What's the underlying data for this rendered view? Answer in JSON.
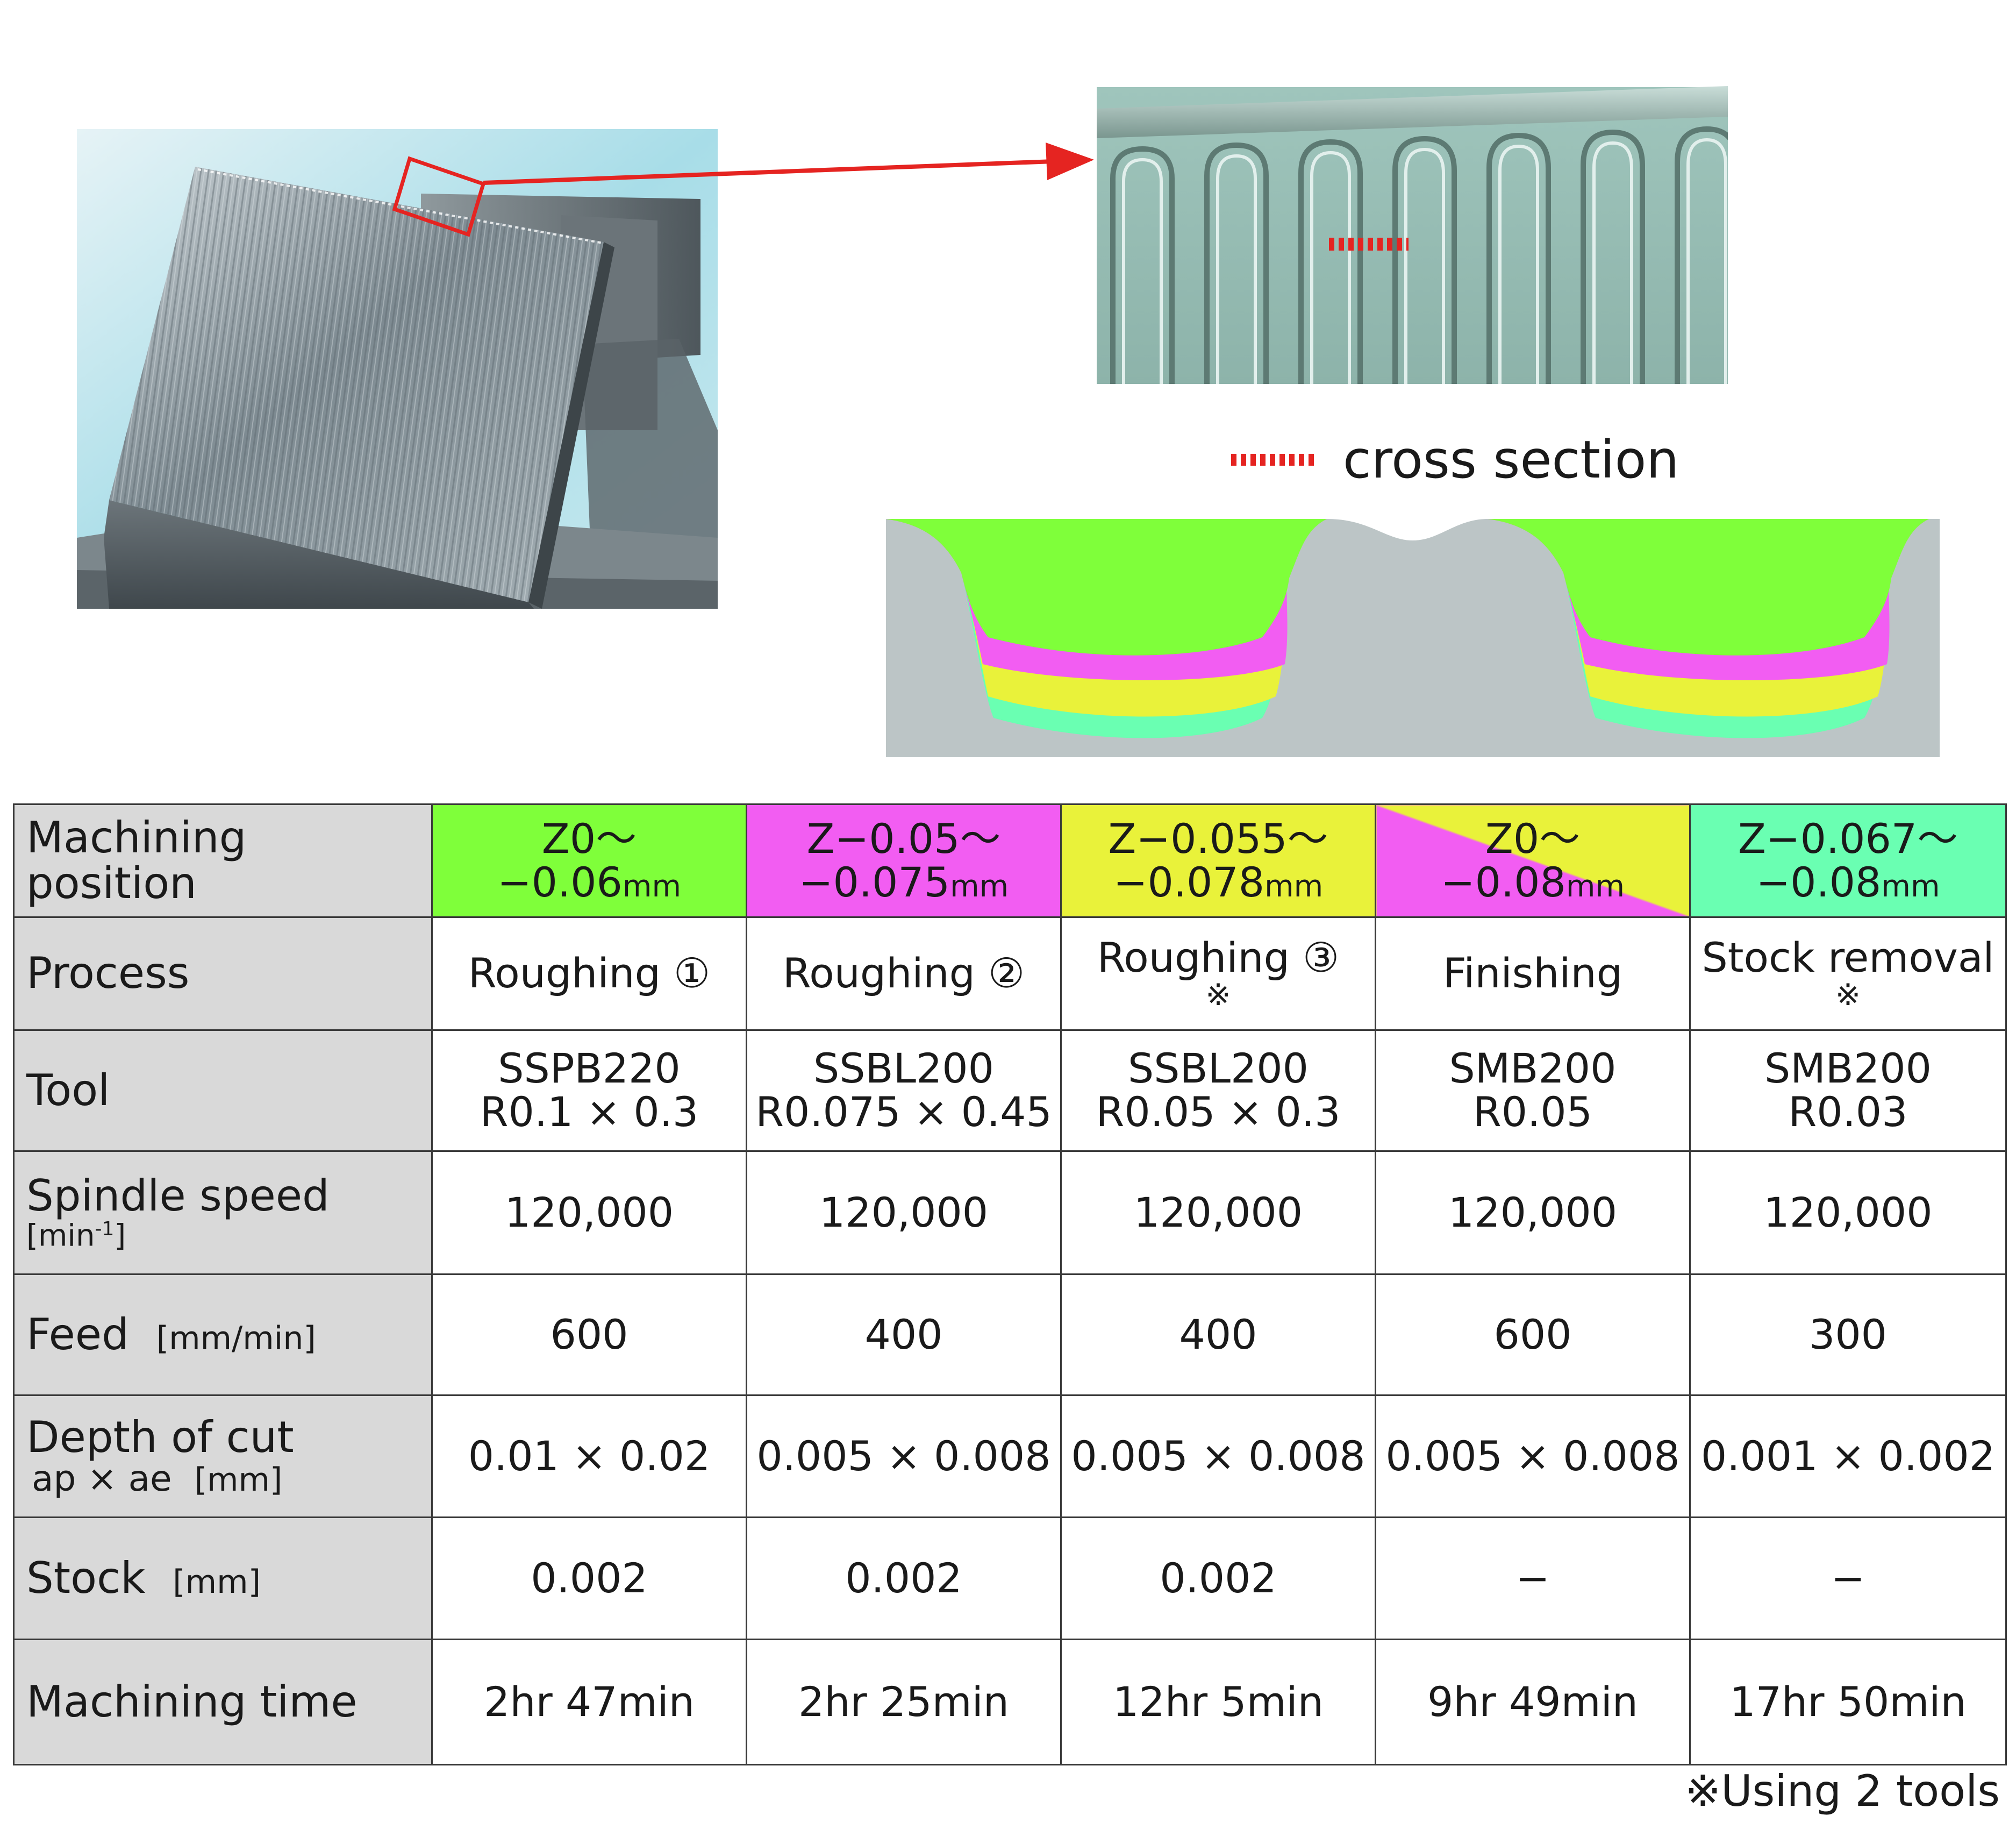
{
  "legend": {
    "label": "cross section"
  },
  "table": {
    "rows": [
      {
        "label": "Machining position",
        "label_line1": "Machining",
        "label_line2": "position",
        "cells": [
          {
            "line1": "Z0～",
            "line2": "−0.06",
            "unit": "mm",
            "color": "#7fff3a"
          },
          {
            "line1": "Z−0.05～",
            "line2": "−0.075",
            "unit": "mm",
            "color": "#f25df2"
          },
          {
            "line1": "Z−0.055～",
            "line2": "−0.078",
            "unit": "mm",
            "color": "#e9f23a"
          },
          {
            "line1": "Z0～",
            "line2": "−0.08",
            "unit": "mm",
            "color": "#f25df2/#e9f23a"
          },
          {
            "line1": "Z−0.067～",
            "line2": "−0.08",
            "unit": "mm",
            "color": "#6affb2"
          }
        ]
      },
      {
        "label": "Process",
        "cells": [
          {
            "text": "Roughing ①"
          },
          {
            "text": "Roughing ②"
          },
          {
            "text": "Roughing ③",
            "note": "※"
          },
          {
            "text": "Finishing"
          },
          {
            "text": "Stock removal",
            "note": "※"
          }
        ]
      },
      {
        "label": "Tool",
        "cells": [
          {
            "line1": "SSPB220",
            "line2": "R0.1 × 0.3"
          },
          {
            "line1": "SSBL200",
            "line2": "R0.075 × 0.45"
          },
          {
            "line1": "SSBL200",
            "line2": "R0.05 × 0.3"
          },
          {
            "line1": "SMB200",
            "line2": "R0.05"
          },
          {
            "line1": "SMB200",
            "line2": "R0.03"
          }
        ]
      },
      {
        "label": "Spindle speed",
        "unit": "[min",
        "unit_sup": "-1",
        "unit_end": "]",
        "cells": [
          "120,000",
          "120,000",
          "120,000",
          "120,000",
          "120,000"
        ]
      },
      {
        "label": "Feed",
        "unit": "[mm/min]",
        "cells": [
          "600",
          "400",
          "400",
          "600",
          "300"
        ]
      },
      {
        "label": "Depth of cut",
        "unit_label": "ap × ae",
        "unit": "[mm]",
        "cells": [
          "0.01 × 0.02",
          "0.005 × 0.008",
          "0.005 × 0.008",
          "0.005 × 0.008",
          "0.001 × 0.002"
        ]
      },
      {
        "label": "Stock",
        "unit": "[mm]",
        "cells": [
          "0.002",
          "0.002",
          "0.002",
          "−",
          "−"
        ]
      },
      {
        "label": "Machining time",
        "cells": [
          "2hr 47min",
          "2hr 25min",
          "12hr 5min",
          "9hr 49min",
          "17hr 50min"
        ]
      }
    ]
  },
  "footnote": "※Using 2 tools",
  "colors": {
    "roughing1": "#7fff3a",
    "roughing2": "#f25df2",
    "roughing3": "#e9f23a",
    "stock_removal": "#6affb2",
    "workpiece": "#bcc5c6",
    "highlight": "#e52421",
    "label_bg": "#d9d9d9"
  }
}
